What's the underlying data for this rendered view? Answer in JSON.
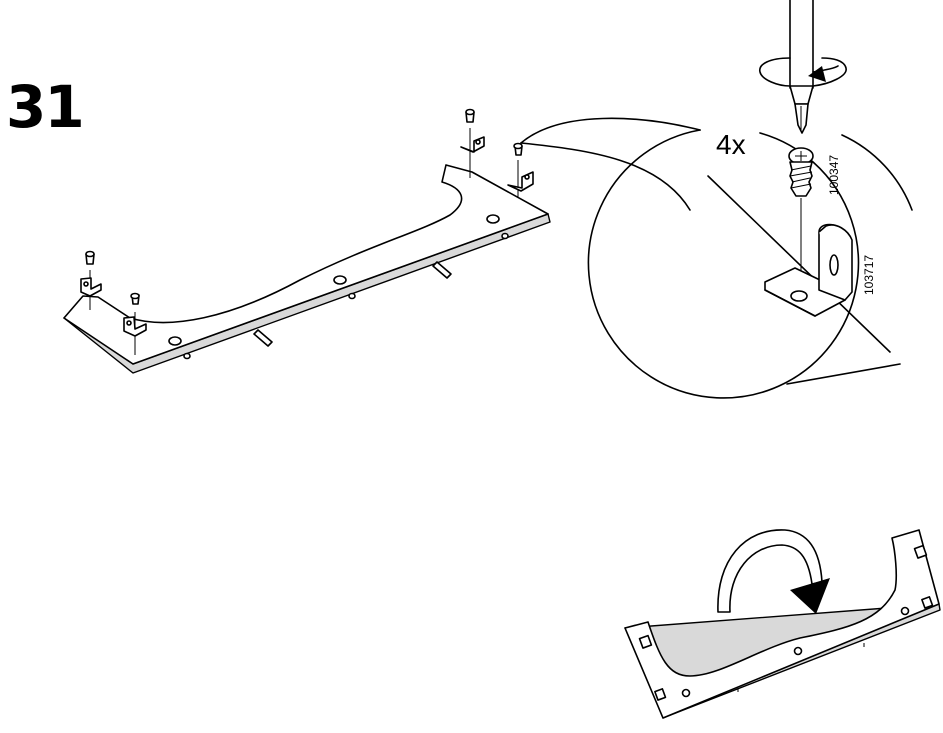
{
  "step": {
    "number": "31"
  },
  "detail": {
    "quantity": "4x",
    "screw_part_number": "100347",
    "bracket_part_number": "103717"
  }
}
